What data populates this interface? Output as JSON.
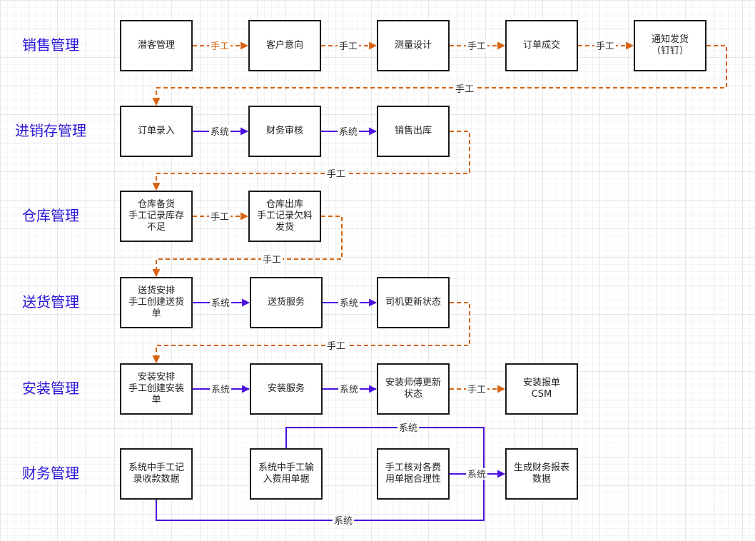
{
  "colors": {
    "manual": "#d9620f",
    "system": "#4b10e0",
    "lane_label": "#2a14d8"
  },
  "lanes": [
    {
      "label": "销售管理"
    },
    {
      "label": "进销存管理"
    },
    {
      "label": "仓库管理"
    },
    {
      "label": "送货管理"
    },
    {
      "label": "安装管理"
    },
    {
      "label": "财务管理"
    }
  ],
  "nodes": {
    "sales_1": "潜客管理",
    "sales_2": "客户意向",
    "sales_3": "测量设计",
    "sales_4": "订单成交",
    "sales_5": "通知发货\n（钉钉）",
    "inv_1": "订单录入",
    "inv_2": "财务审核",
    "inv_3": "销售出库",
    "wh_1": "仓库备货\n手工记录库存\n不足",
    "wh_2": "仓库出库\n手工记录欠料\n发货",
    "dl_1": "送货安排\n手工创建送货\n单",
    "dl_2": "送货服务",
    "dl_3": "司机更新状态",
    "ins_1": "安装安排\n手工创建安装\n单",
    "ins_2": "安装服务",
    "ins_3": "安装师傅更新\n状态",
    "ins_4": "安装报单\nCSM",
    "fin_1": "系统中手工记\n录收款数据",
    "fin_2": "系统中手工输\n入费用单据",
    "fin_3": "手工核对各费\n用单据合理性",
    "fin_4": "生成财务报表\n数据"
  },
  "edge_labels": {
    "manual": "手工",
    "system": "系统"
  }
}
